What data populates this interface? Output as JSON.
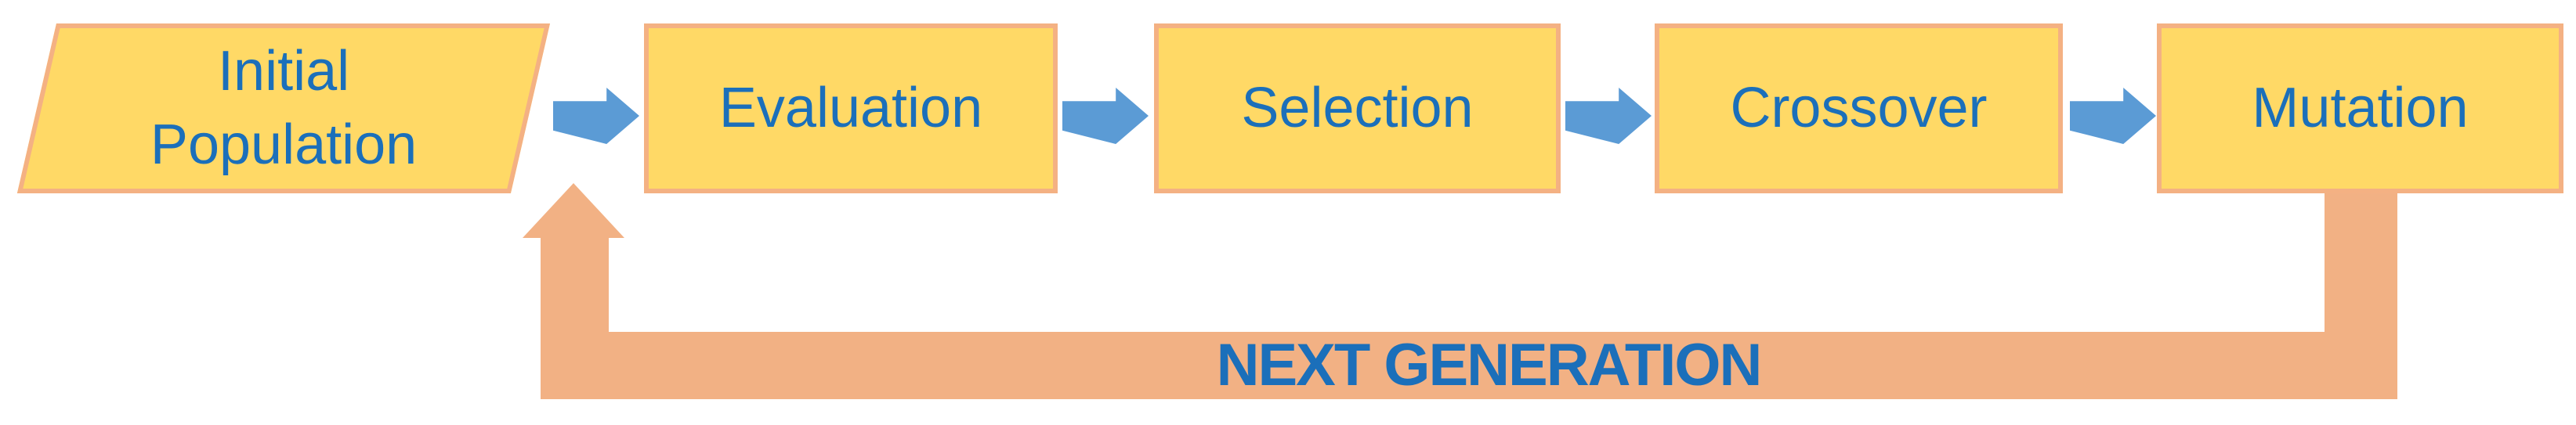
{
  "diagram": {
    "type": "flowchart",
    "subject": "genetic-algorithm-cycle",
    "nodes": [
      {
        "id": "initial-population",
        "shape": "parallelogram",
        "label": "Initial Population",
        "lines": [
          "Initial",
          "Population"
        ]
      },
      {
        "id": "evaluation",
        "shape": "rectangle",
        "label": "Evaluation"
      },
      {
        "id": "selection",
        "shape": "rectangle",
        "label": "Selection"
      },
      {
        "id": "crossover",
        "shape": "rectangle",
        "label": "Crossover"
      },
      {
        "id": "mutation",
        "shape": "rectangle",
        "label": "Mutation"
      }
    ],
    "connections": [
      {
        "from": "initial-population",
        "to": "evaluation",
        "style": "blue-block-arrow"
      },
      {
        "from": "evaluation",
        "to": "selection",
        "style": "blue-block-arrow"
      },
      {
        "from": "selection",
        "to": "crossover",
        "style": "blue-block-arrow"
      },
      {
        "from": "crossover",
        "to": "mutation",
        "style": "blue-block-arrow"
      },
      {
        "from": "mutation",
        "to": "initial-population",
        "style": "orange-elbow-arrow",
        "label": "NEXT GENERATION"
      }
    ],
    "feedback": {
      "label": "NEXT GENERATION",
      "from": "Mutation",
      "to": "Initial Population"
    },
    "colors": {
      "node_fill": "#FFD966",
      "node_border": "#F4B183",
      "flow_arrow": "#5B9BD5",
      "feedback_arrow": "#F2B184",
      "label_text": "#1B6FBA",
      "background": "#FFFFFF"
    }
  }
}
